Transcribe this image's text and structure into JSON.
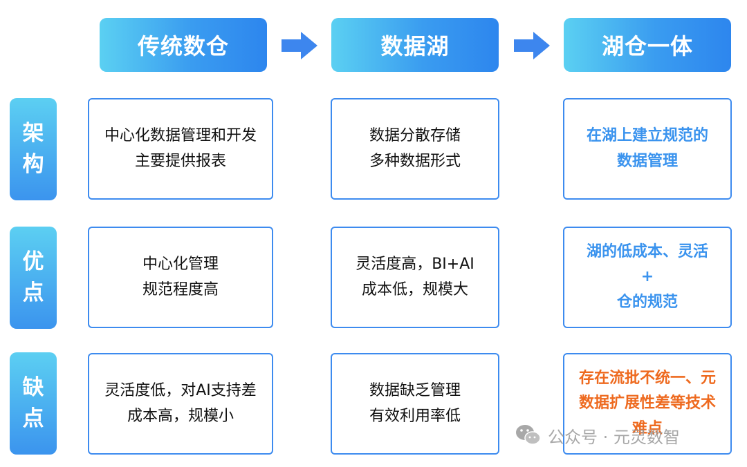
{
  "headers": [
    "传统数仓",
    "数据湖",
    "湖仓一体"
  ],
  "rows": [
    {
      "label": [
        "架",
        "构"
      ],
      "cells": [
        {
          "lines": [
            "中心化数据管理和开发",
            "主要提供报表"
          ],
          "style": "normal"
        },
        {
          "lines": [
            "数据分散存储",
            "多种数据形式"
          ],
          "style": "normal"
        },
        {
          "lines": [
            "在湖上建立规范的",
            "数据管理"
          ],
          "style": "blue"
        }
      ]
    },
    {
      "label": [
        "优",
        "点"
      ],
      "cells": [
        {
          "lines": [
            "中心化管理",
            "规范程度高"
          ],
          "style": "normal"
        },
        {
          "lines": [
            "灵活度高，BI+AI",
            "成本低，规模大"
          ],
          "style": "normal"
        },
        {
          "lines": [
            "湖的低成本、灵活",
            "+",
            "仓的规范"
          ],
          "style": "blue"
        }
      ]
    },
    {
      "label": [
        "缺",
        "点"
      ],
      "cells": [
        {
          "lines": [
            "灵活度低，对AI支持差",
            "成本高，规模小"
          ],
          "style": "normal"
        },
        {
          "lines": [
            "数据缺乏管理",
            "有效利用率低"
          ],
          "style": "normal"
        },
        {
          "lines": [
            "存在流批不统一、元",
            "数据扩展性差等技术",
            "难点"
          ],
          "style": "orange"
        }
      ]
    }
  ],
  "watermark": "公众号 · 元灵数智",
  "colors": {
    "header_gradient_start": "#5bd0f2",
    "header_gradient_end": "#2d86ee",
    "border": "#3d8bef",
    "blue_text": "#3a93ee",
    "orange_text": "#ee6a1f"
  },
  "icons": {
    "arrow": "right-arrow-icon",
    "watermark": "wechat-icon"
  }
}
